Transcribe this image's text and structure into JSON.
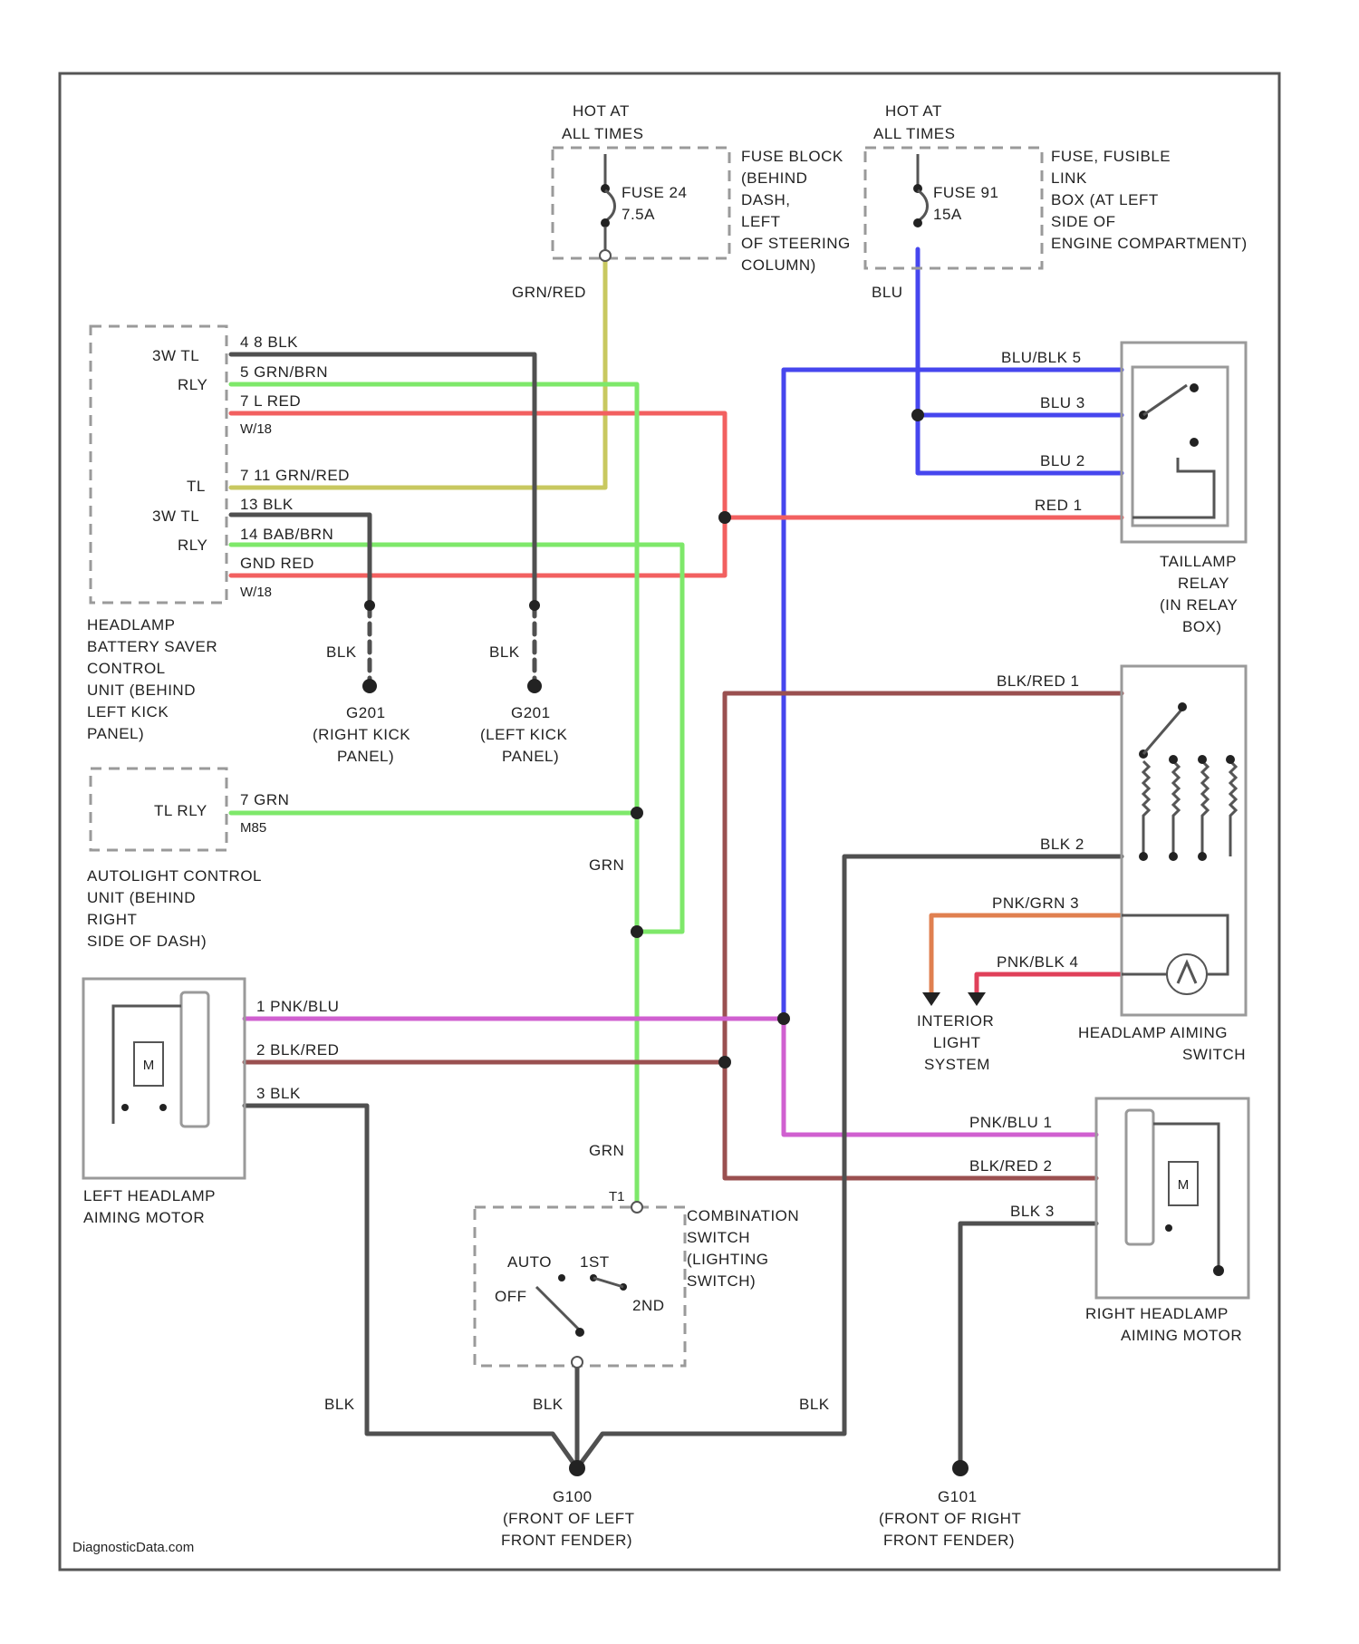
{
  "colors": {
    "BLK": "#505050",
    "GRN": "#7ee86a",
    "RED": "#f26060",
    "GRN/RED": "#c8c860",
    "BLU": "#4646ee",
    "BLK/RED": "#9a5050",
    "PNK/BLU": "#d060d0",
    "PNK/GRN": "#e08050",
    "PNK/BLK": "#e0405a"
  },
  "diagram": {
    "watermark": "DiagnosticData.com",
    "hot_label_1": [
      "HOT AT",
      "ALL TIMES"
    ],
    "hot_label_2": [
      "HOT AT",
      "ALL TIMES"
    ],
    "fuse_24": [
      "FUSE 24",
      "7.5A"
    ],
    "fuse_91": [
      "FUSE 91",
      "15A"
    ],
    "fuse_block_label": [
      "FUSE BLOCK",
      "(BEHIND",
      "DASH,",
      "LEFT",
      "OF STEERING",
      "COLUMN)"
    ],
    "fusible_box_label": [
      "FUSE, FUSIBLE",
      "LINK",
      "BOX (AT LEFT",
      "SIDE OF",
      "ENGINE COMPARTMENT)"
    ],
    "battery_saver_pins": [
      "3W TL",
      "RLY",
      "TL",
      "3W TL",
      "RLY"
    ],
    "battery_saver_label": [
      "HEADLAMP",
      "BATTERY SAVER",
      "CONTROL",
      "UNIT (BEHIND",
      "LEFT KICK",
      "PANEL)"
    ],
    "autolight_pin": "TL RLY",
    "autolight_label": [
      "AUTOLIGHT CONTROL",
      "UNIT (BEHIND",
      "RIGHT",
      "SIDE OF DASH)"
    ],
    "taillamp_relay_label": [
      "TAILLAMP",
      "RELAY",
      "(IN RELAY",
      "BOX)"
    ],
    "aiming_switch_label": [
      "HEADLAMP AIMING",
      "SWITCH"
    ],
    "interior_light_label": [
      "INTERIOR",
      "LIGHT",
      "SYSTEM"
    ],
    "left_motor_label": [
      "LEFT HEADLAMP",
      "AIMING MOTOR"
    ],
    "right_motor_label": [
      "RIGHT HEADLAMP",
      "AIMING MOTOR"
    ],
    "motor_symbol": "M",
    "combo_switch_label": [
      "COMBINATION",
      "SWITCH",
      "(LIGHTING",
      "SWITCH)"
    ],
    "combo_positions": [
      "AUTO",
      "1ST",
      "OFF",
      "2ND"
    ],
    "combo_pin": "T1",
    "g_right_kick": [
      "G201",
      "(RIGHT KICK",
      "PANEL)"
    ],
    "g_left_kick": [
      "G201",
      "(LEFT KICK",
      "PANEL)"
    ],
    "g_left_fender": [
      "G100",
      "(FRONT OF LEFT",
      "FRONT FENDER)"
    ],
    "g_right_fender": [
      "G101",
      "(FRONT OF RIGHT",
      "FRONT FENDER)"
    ]
  },
  "wire_labels": {
    "grn_red_top": "GRN/RED",
    "blu_top": "BLU",
    "bsc_1": "4 8  BLK",
    "bsc_2": "5 GRN/BRN",
    "bsc_3": "7 L  RED",
    "bsc_3_conn": "W/18",
    "bsc_4": "7 11  GRN/RED",
    "bsc_5": "13  BLK",
    "bsc_6": "14 BAB/BRN",
    "bsc_7": "GND RED",
    "bsc_7_conn": "W/18",
    "blk_right_kick": "BLK",
    "blk_left_kick": "BLK",
    "autolight_wire": "7  GRN",
    "autolight_conn": "M85",
    "grn_mid": "GRN",
    "grn_low": "GRN",
    "tr_5": "BLU/BLK  5",
    "tr_3": "BLU  3",
    "tr_2": "BLU  2",
    "tr_1": "RED  1",
    "as_1": "BLK/RED  1",
    "as_2": "BLK  2",
    "as_3": "PNK/GRN  3",
    "as_4": "PNK/BLK  4",
    "lm_1": "1  PNK/BLU",
    "lm_2": "2  BLK/RED",
    "lm_3": "3  BLK",
    "rm_1": "PNK/BLU  1",
    "rm_2": "BLK/RED  2",
    "rm_3": "BLK  3",
    "blk_g100_left": "BLK",
    "blk_g100_mid": "BLK",
    "blk_g100_right": "BLK"
  }
}
